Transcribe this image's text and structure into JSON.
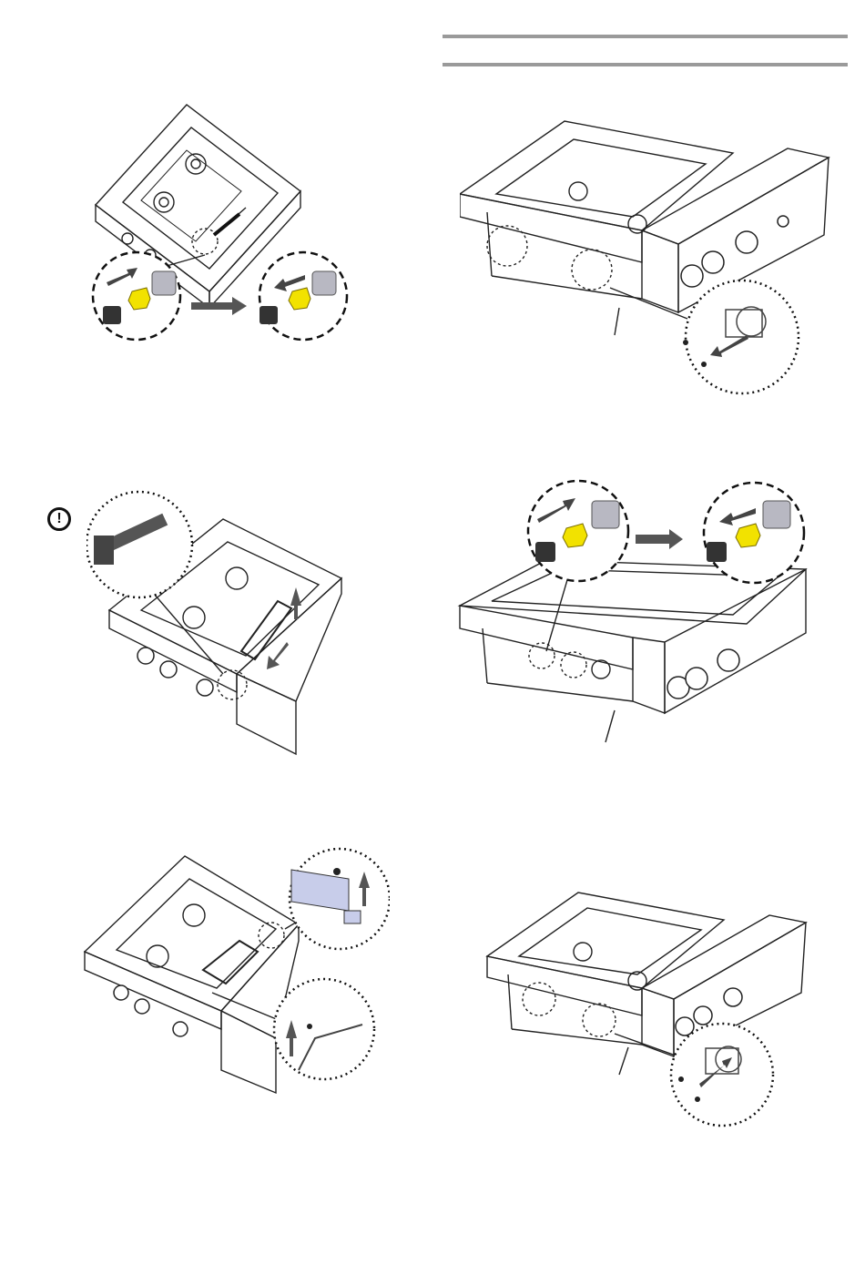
{
  "page": {
    "warning_symbol": "!",
    "figures": [
      {
        "name": "fig-valve-orifice-replacement",
        "icons": [
          "screwdriver-icon",
          "orifice-icon",
          "hose-fitting-icon",
          "arrow-icon"
        ]
      },
      {
        "name": "fig-igniter-removal-large",
        "icons": [
          "screw-icon",
          "igniter-icon",
          "arrow-icon"
        ]
      },
      {
        "name": "fig-burner-removal",
        "icons": [
          "warning-icon",
          "burner-tube-icon",
          "arrow-icon"
        ]
      },
      {
        "name": "fig-large-orifice-replacement",
        "icons": [
          "orifice-icon",
          "hose-fitting-icon",
          "arrow-icon"
        ]
      },
      {
        "name": "fig-burner-installation",
        "icons": [
          "screw-icon",
          "bracket-icon",
          "electrode-icon",
          "arrow-icon"
        ]
      },
      {
        "name": "fig-igniter-installation-large",
        "icons": [
          "screw-icon",
          "igniter-icon",
          "arrow-icon"
        ]
      }
    ],
    "colors": {
      "line": "#222222",
      "fitting": "#f2e200",
      "cap": "#b8b8c2",
      "knob": "#333333",
      "rule": "#9a9a9a"
    }
  }
}
